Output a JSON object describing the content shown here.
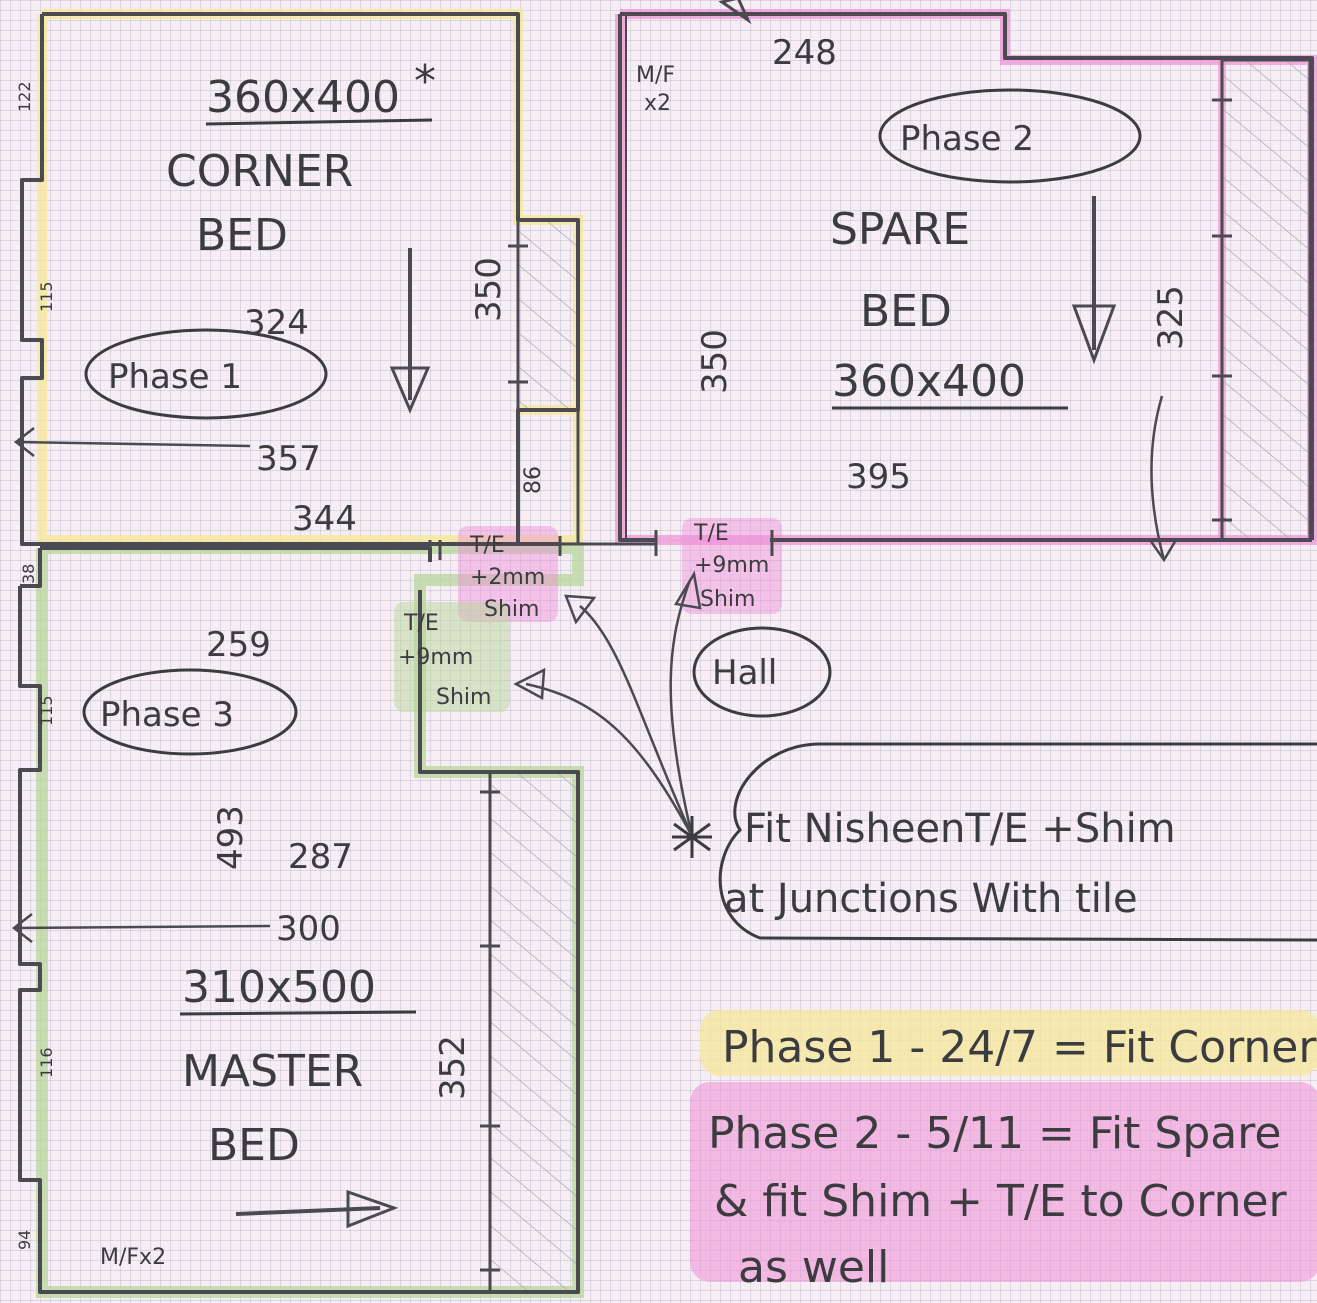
{
  "corner_bed": {
    "size": "360x400",
    "asterisk": "*",
    "name_line1": "CORNER",
    "name_line2": "BED",
    "dim_324": "324",
    "dim_350": "350",
    "dim_357": "357",
    "dim_344": "344",
    "dim_122": "122",
    "dim_115": "115",
    "dim_86": "86",
    "phase": "Phase 1"
  },
  "spare_bed": {
    "dim_248": "248",
    "mf": "M/F",
    "mf_count": "x2",
    "phase": "Phase 2",
    "name_line1": "SPARE",
    "name_line2": "BED",
    "dim_350": "350",
    "dim_325": "325",
    "size": "360x400",
    "dim_395": "395"
  },
  "master_bed": {
    "dim_38": "38",
    "dim_259": "259",
    "phase": "Phase 3",
    "dim_115": "115",
    "dim_493": "493",
    "dim_287": "287",
    "dim_300": "300",
    "size": "310x500",
    "name_line1": "MASTER",
    "name_line2": "BED",
    "dim_352": "352",
    "dim_116": "116",
    "dim_94": "94",
    "mf": "M/Fx2"
  },
  "junctions": {
    "te1_line1": "T/E",
    "te1_line2": "+2mm",
    "te1_line3": "Shim",
    "te2_line1": "T/E",
    "te2_line2": "+9mm",
    "te2_line3": "Shim",
    "te3_line1": "T/E",
    "te3_line2": "+9mm",
    "te3_line3": "Shim"
  },
  "hall": {
    "label": "Hall"
  },
  "callout": {
    "line1": "Fit NisheenT/E +Shim",
    "line2": "at Junctions With tile"
  },
  "notes": {
    "phase1": "Phase 1 - 24/7 = Fit Corner",
    "phase2_line1": "Phase 2 - 5/11 = Fit Spare",
    "phase2_line2": "& fit Shim + T/E to Corner",
    "phase2_line3": "as well"
  },
  "colors": {
    "pencil": "#4a4a50",
    "yellow_highlight": "#f4e79a",
    "pink_highlight": "#ee8fd6",
    "green_highlight": "#b7d59a",
    "paper": "#f7eef4"
  }
}
